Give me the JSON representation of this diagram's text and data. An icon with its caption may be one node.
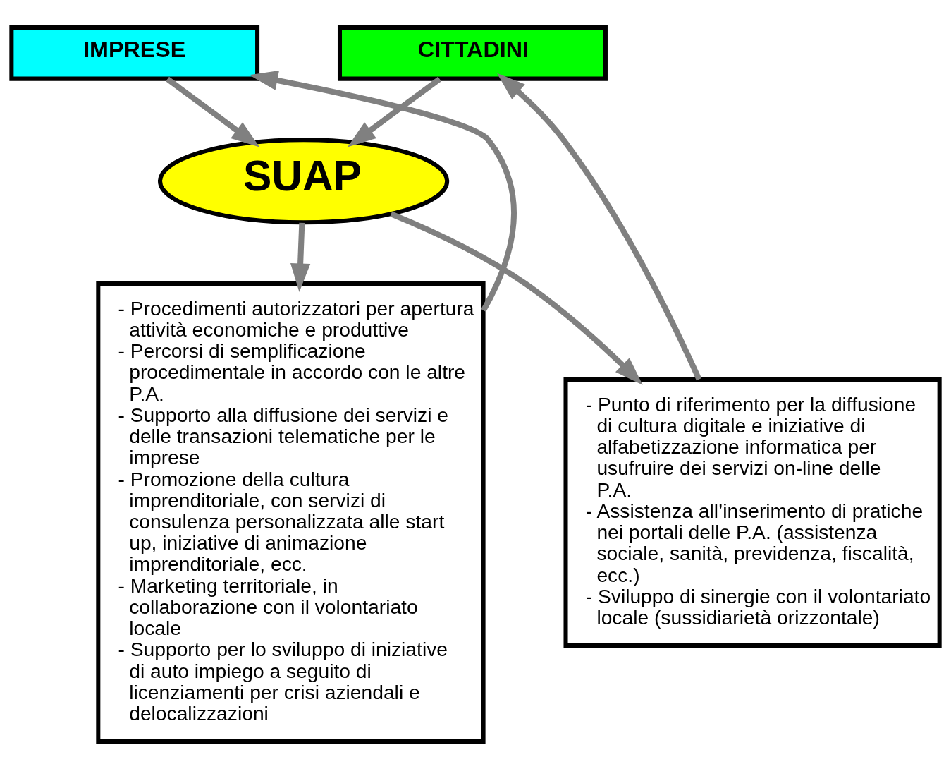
{
  "diagram": {
    "nodes": [
      {
        "text": [
          "IMPRESE"
        ]
      },
      {
        "text": [
          "CITTADINI"
        ]
      },
      {
        "text": [
          "SUAP"
        ]
      },
      {
        "text": [
          "- Procedimenti autorizzatori per apertura attività economiche e produttive",
          "- Percorsi di semplificazione procedimentale in accordo con le altre P.A.",
          "- Supporto alla diffusione dei servizi e delle transazioni telematiche per le imprese",
          "- Promozione della cultura imprenditoriale, con servizi di consulenza personalizzata alle start up, iniziative di animazione imprenditoriale, ecc.",
          "- Marketing territoriale, in collaborazione con il volontariato locale",
          "- Supporto per lo sviluppo di iniziative di auto impiego a seguito di licenziamenti per crisi aziendali e delocalizzazioni"
        ]
      },
      {
        "text": [
          "- Punto di riferimento per la diffusione di cultura digitale e iniziative di alfabetizzazione informatica per usufruire dei servizi on-line delle P.A.",
          "- Assistenza all’inserimento di pratiche nei portali delle P.A. (assistenza sociale, sanità, previdenza, fiscalità, ecc.)",
          "- Sviluppo di sinergie con il volontariato locale (sussidiarietà orizzontale)"
        ]
      }
    ],
    "edges": [
      {
        "from": 0,
        "to": 2,
        "arrow": "to"
      },
      {
        "from": 1,
        "to": 2,
        "arrow": "to"
      },
      {
        "from": 2,
        "to": 3,
        "arrow": "to"
      },
      {
        "from": 2,
        "to": 4,
        "arrow": "to"
      },
      {
        "from": 3,
        "to": 0,
        "arrow": "to"
      },
      {
        "from": 4,
        "to": 1,
        "arrow": "to"
      }
    ]
  }
}
